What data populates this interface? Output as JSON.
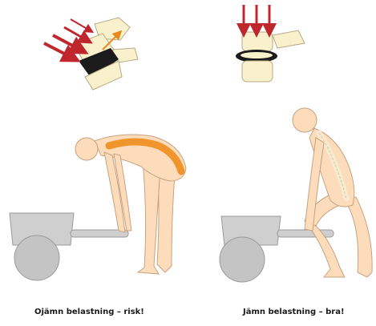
{
  "captions": {
    "left": "Ojämn belastning – risk!",
    "right": "Jämn belastning – bra!"
  },
  "colors": {
    "skin": "#fcdcbb",
    "skin_outline": "#c8a27e",
    "spine_bad": "#f0952c",
    "spine_good": "#f6ead0",
    "arrow": "#c0272d",
    "arrow_alt": "#e8891c",
    "disc": "#1b1b1b",
    "vertebra": "#f9f1cc",
    "cart": "#cfcfcf",
    "cart_outline": "#9a9a9a"
  },
  "panels": [
    {
      "id": "uneven",
      "verdict": "risk"
    },
    {
      "id": "even",
      "verdict": "good"
    }
  ]
}
